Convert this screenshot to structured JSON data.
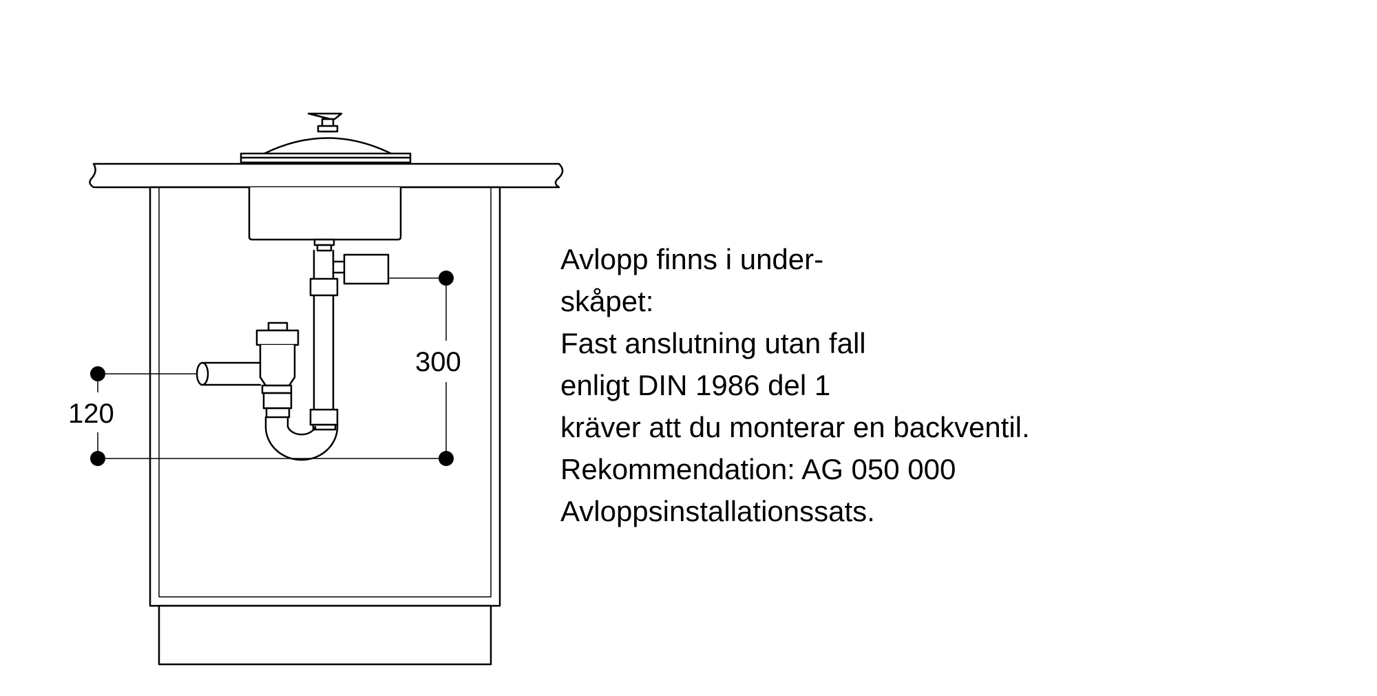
{
  "dimensions": {
    "height_trap": "300",
    "height_inlet": "120"
  },
  "notes": [
    "Avlopp finns i under-",
    "skåpet:",
    "Fast anslutning utan fall",
    "enligt DIN 1986 del 1",
    "kräver att du monterar en backventil.",
    "Rekommendation: AG 050 000",
    "Avloppsinstallationssats."
  ]
}
